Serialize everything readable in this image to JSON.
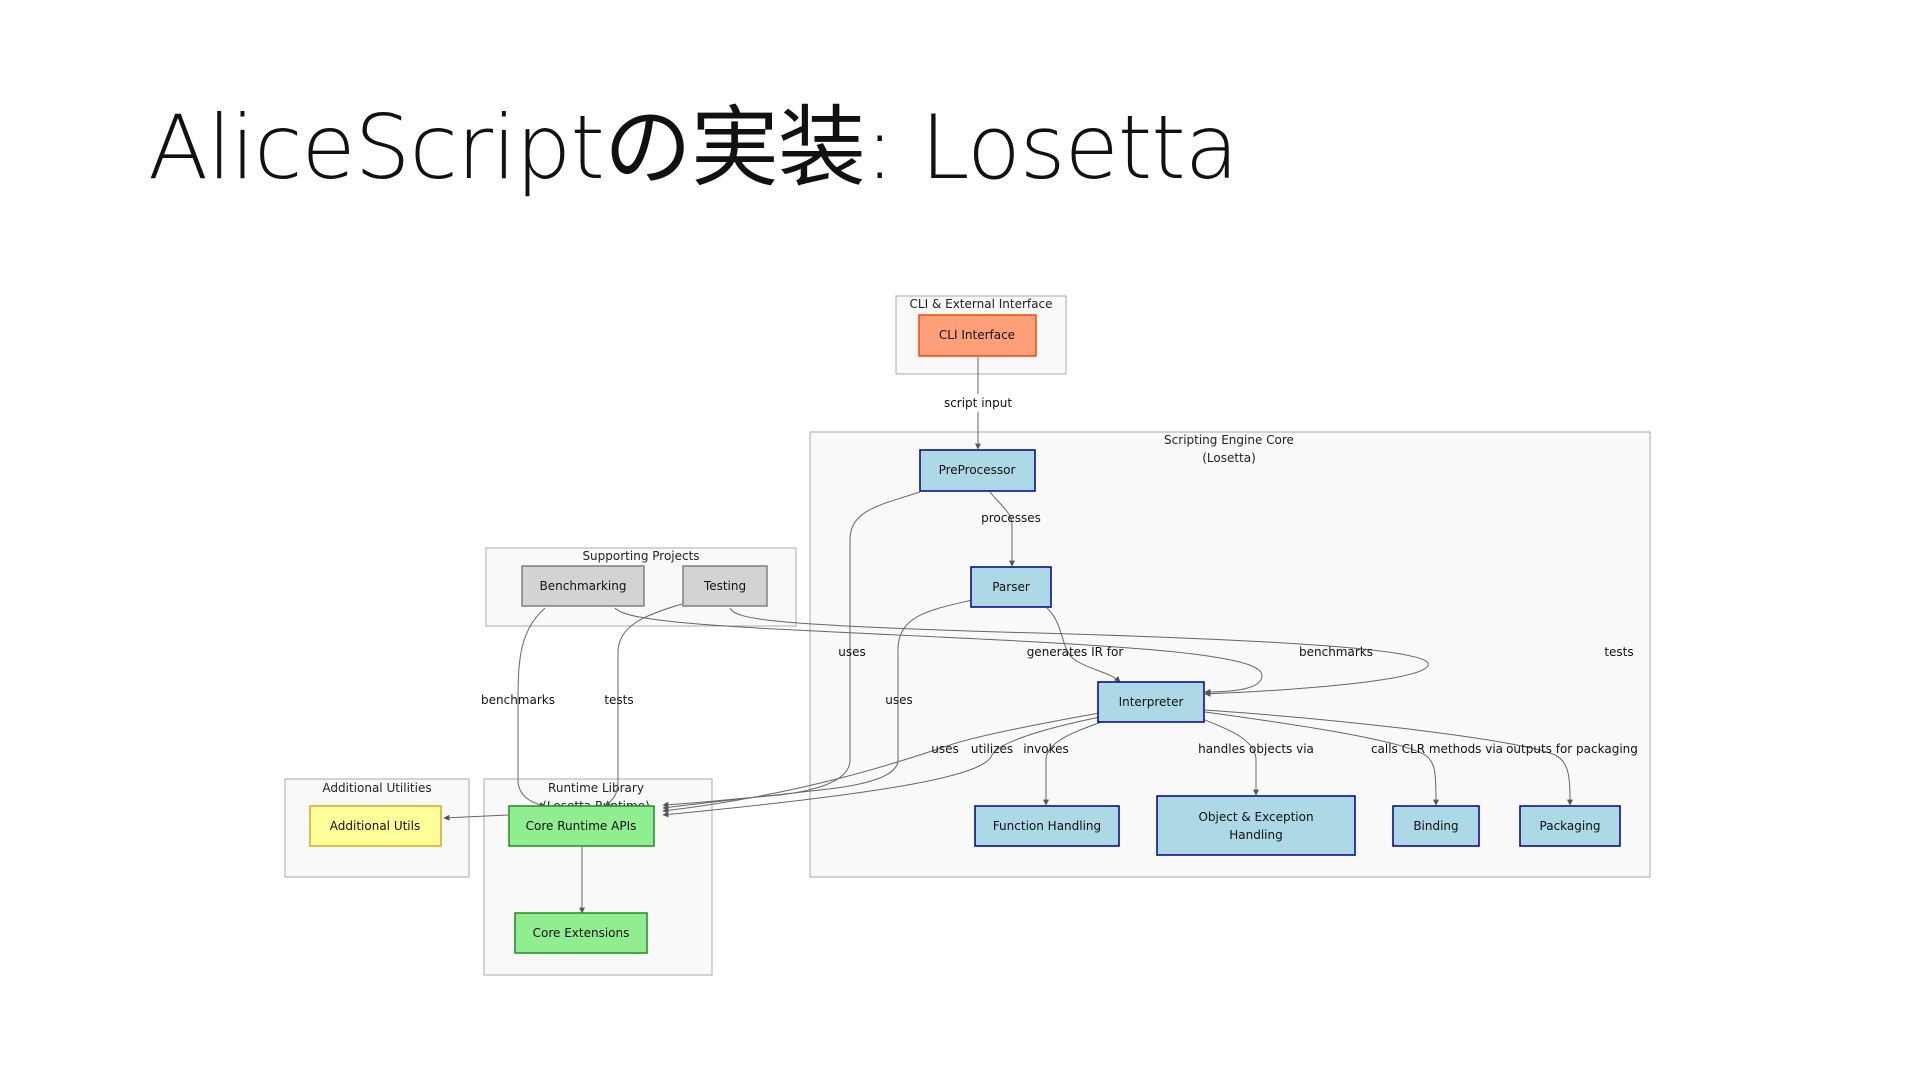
{
  "slide": {
    "title": "AliceScriptの実装: Losetta"
  },
  "groups": {
    "cli": "CLI & External Interface",
    "engine_line1": "Scripting Engine Core",
    "engine_line2": "(Losetta)",
    "supporting": "Supporting Projects",
    "utilities": "Additional Utilities",
    "runtime_line1": "Runtime Library",
    "runtime_line2": "(Losetta.Runtime)"
  },
  "nodes": {
    "cli_interface": "CLI Interface",
    "preprocessor": "PreProcessor",
    "parser": "Parser",
    "interpreter": "Interpreter",
    "function_handling": "Function Handling",
    "object_exception_line1": "Object & Exception",
    "object_exception_line2": "Handling",
    "binding": "Binding",
    "packaging": "Packaging",
    "benchmarking": "Benchmarking",
    "testing": "Testing",
    "additional_utils": "Additional Utils",
    "core_runtime_apis": "Core Runtime APIs",
    "core_extensions": "Core Extensions"
  },
  "edges": {
    "script_input": "script input",
    "processes": "processes",
    "generates_ir_for": "generates IR for",
    "benchmarks_engine": "benchmarks",
    "tests_engine": "tests",
    "uses_pre": "uses",
    "uses_parser": "uses",
    "benchmarks_runtime": "benchmarks",
    "tests_runtime": "tests",
    "uses_interp": "uses",
    "utilizes": "utilizes",
    "invokes": "invokes",
    "handles_objects_via": "handles objects via",
    "calls_clr_methods_via": "calls CLR methods via",
    "outputs_for_packaging": "outputs for packaging"
  },
  "colors": {
    "cli_fill": "#FFA07A",
    "cli_stroke": "#FF4500",
    "engine_fill": "#ADD8E6",
    "engine_stroke": "#00008B",
    "support_fill": "#D3D3D3",
    "support_stroke": "#808080",
    "runtime_fill": "#90EE90",
    "runtime_stroke": "#228B22",
    "utils_fill": "#FFFF99",
    "utils_stroke": "#DAA520",
    "group_fill": "#F9F9F9",
    "group_stroke": "#AAAAAA"
  }
}
